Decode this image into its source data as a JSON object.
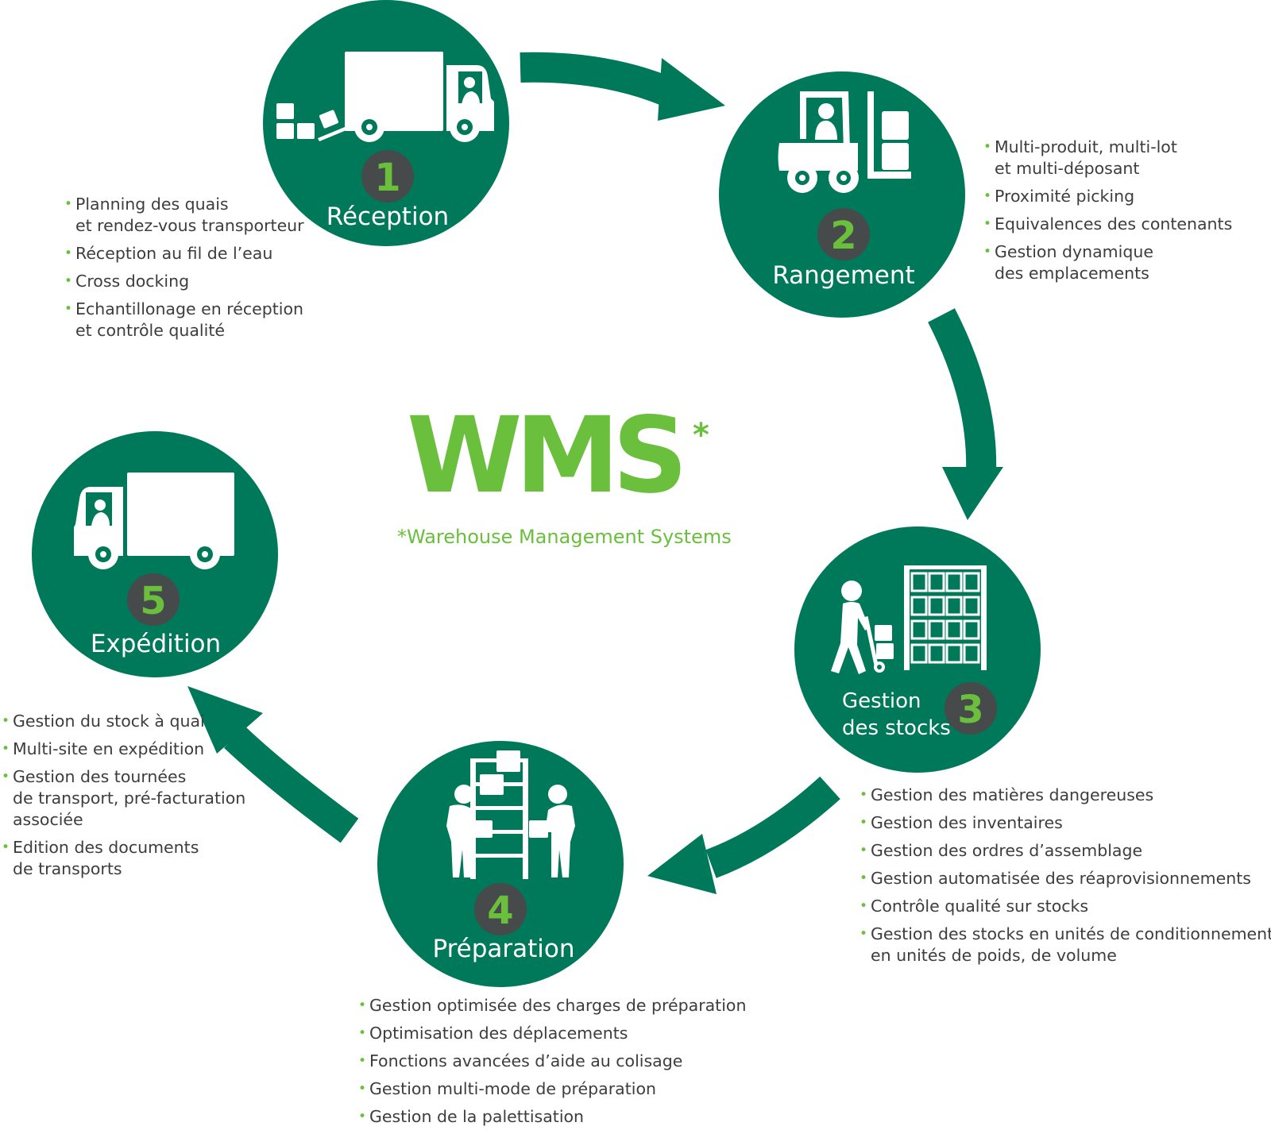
{
  "colors": {
    "circle": "#00785a",
    "arrow": "#00785a",
    "accent_green": "#6abf3c",
    "badge": "#474a4a",
    "text": "#3d3d3d"
  },
  "logo": {
    "title": "WMS",
    "star": "*",
    "subtitle": "*Warehouse Management Systems"
  },
  "stages": [
    {
      "number": "1",
      "title": "Réception",
      "icon": "delivery-truck-unloading-icon",
      "bullets": [
        "Planning des quais\net rendez-vous transporteur",
        "Réception au fil de l’eau",
        "Cross docking",
        "Echantillonage en réception\net contrôle qualité"
      ]
    },
    {
      "number": "2",
      "title": "Rangement",
      "icon": "forklift-icon",
      "bullets": [
        "Multi-produit, multi-lot\net multi-déposant",
        "Proximité picking",
        "Equivalences des contenants",
        "Gestion dynamique\ndes emplacements"
      ]
    },
    {
      "number": "3",
      "title_line1": "Gestion",
      "title_line2": "des stocks",
      "icon": "worker-hand-truck-shelves-icon",
      "bullets": [
        "Gestion des matières dangereuses",
        "Gestion des inventaires",
        "Gestion des ordres d’assemblage",
        "Gestion automatisée des réaprovisionnements",
        "Contrôle qualité sur stocks",
        "Gestion des stocks en unités de conditionnements,\nen unités de poids, de volume"
      ]
    },
    {
      "number": "4",
      "title": "Préparation",
      "icon": "workers-picking-shelves-icon",
      "bullets": [
        "Gestion optimisée des charges de préparation",
        "Optimisation des déplacements",
        "Fonctions avancées d’aide au colisage",
        "Gestion multi-mode de préparation",
        "Gestion de la palettisation"
      ]
    },
    {
      "number": "5",
      "title": "Expédition",
      "icon": "shipping-truck-icon",
      "bullets": [
        "Gestion du stock à quai",
        "Multi-site en expédition",
        "Gestion des tournées\nde transport, pré-facturation\nassociée",
        "Edition des documents\nde transports"
      ]
    }
  ]
}
